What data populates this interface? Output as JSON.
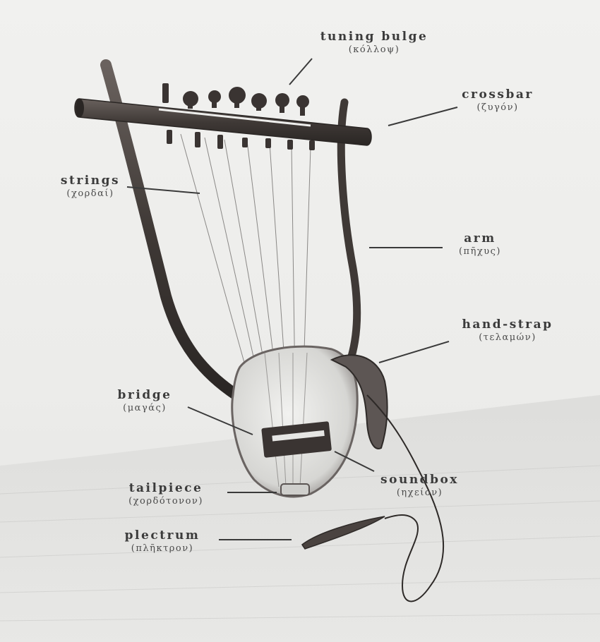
{
  "diagram": {
    "subject": "lyre",
    "labels": [
      {
        "id": "tuning-bulge",
        "en": "tuning bulge",
        "gr": "(κόλλοψ)"
      },
      {
        "id": "crossbar",
        "en": "crossbar",
        "gr": "(ζυγόν)"
      },
      {
        "id": "strings",
        "en": "strings",
        "gr": "(χορδαί)"
      },
      {
        "id": "arm",
        "en": "arm",
        "gr": "(πῆχυς)"
      },
      {
        "id": "hand-strap",
        "en": "hand-strap",
        "gr": "(τελαμών)"
      },
      {
        "id": "bridge",
        "en": "bridge",
        "gr": "(μαγάς)"
      },
      {
        "id": "soundbox",
        "en": "soundbox",
        "gr": "(ηχείον)"
      },
      {
        "id": "tailpiece",
        "en": "tailpiece",
        "gr": "(χορδότονον)"
      },
      {
        "id": "plectrum",
        "en": "plectrum",
        "gr": "(πλῆκτρον)"
      }
    ]
  },
  "colors": {
    "paper": "#ececea",
    "wood": "#4a4340",
    "wood_dark": "#2e2a28",
    "label_text": "#3b3b3b",
    "leader_line": "#3a3a3a"
  }
}
